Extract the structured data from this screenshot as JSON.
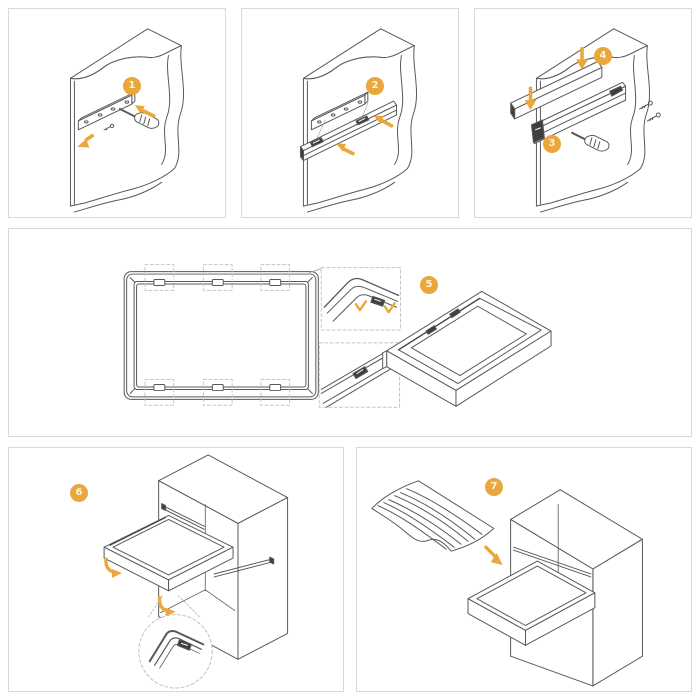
{
  "title": "pull-out-frame-installation-instructions",
  "colors": {
    "accent_orange": "#EAA73C",
    "panel_border": "#D9D9D9",
    "line_art": "#585858",
    "clip_dark": "#3F3F3F",
    "background": "#FFFFFF"
  },
  "steps": [
    {
      "badge": "1",
      "illustration": "mount-bracket-on-cabinet-side"
    },
    {
      "badge": "2",
      "illustration": "attach-slide-rail-to-bracket"
    },
    {
      "badge": "3",
      "illustration": "fasten-slide-with-screws"
    },
    {
      "badge": "4",
      "illustration": "clip-on-cover-profile"
    },
    {
      "badge": "5",
      "illustration": "insert-clips-into-frame"
    },
    {
      "badge": "6",
      "illustration": "slide-frame-into-cabinet"
    },
    {
      "badge": "7",
      "illustration": "place-wave-insert-on-frame"
    }
  ]
}
